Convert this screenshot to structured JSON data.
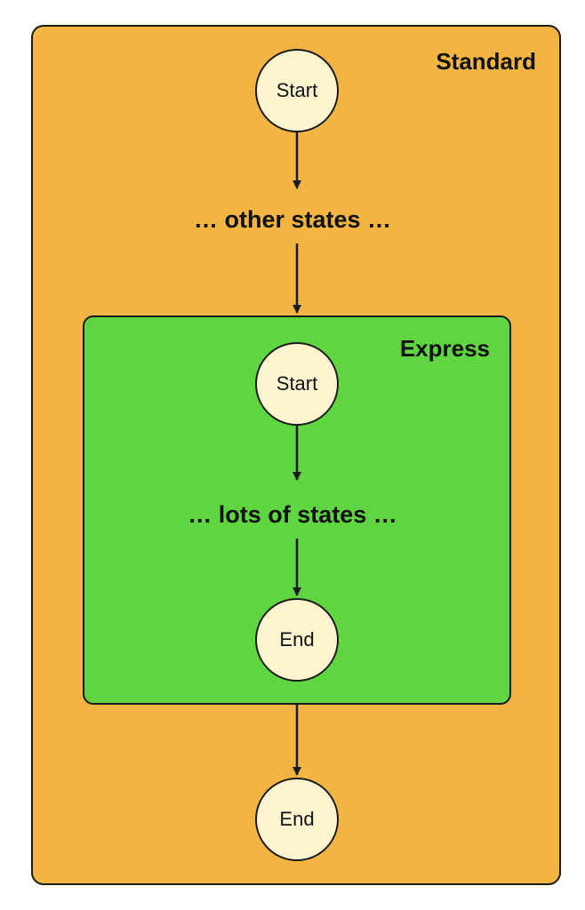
{
  "colors": {
    "standard_fill": "#f2b541",
    "express_fill": "#5fd641",
    "node_fill": "#fdf5d0",
    "stroke": "#1a1a1a"
  },
  "standard": {
    "title": "Standard",
    "start_label": "Start",
    "middle_label": "… other states …",
    "end_label": "End"
  },
  "express": {
    "title": "Express",
    "start_label": "Start",
    "middle_label": "… lots of states …",
    "end_label": "End"
  }
}
